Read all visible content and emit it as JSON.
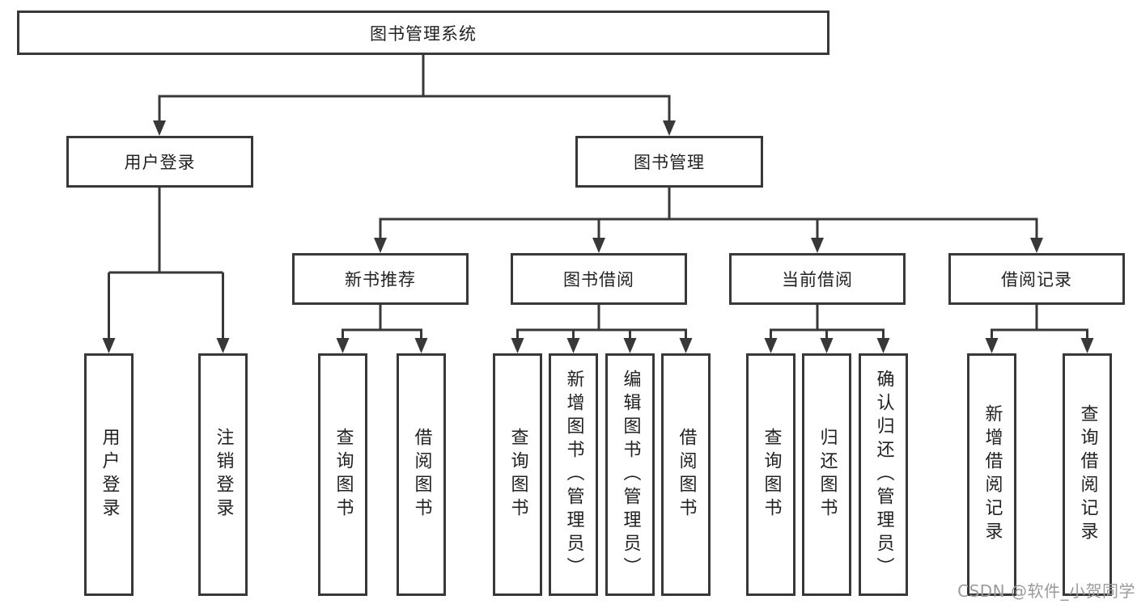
{
  "nodes": {
    "root": "图书管理系统",
    "level2": [
      "用户登录",
      "图书管理"
    ],
    "level3": [
      "新书推荐",
      "图书借阅",
      "当前借阅",
      "借阅记录"
    ],
    "login_children": [
      "用户登录",
      "注销登录"
    ],
    "newbook_children": [
      "查询图书",
      "借阅图书"
    ],
    "borrow_children": [
      "查询图书",
      "新增图书（管理员）",
      "编辑图书（管理员）",
      "借阅图书"
    ],
    "current_children": [
      "查询图书",
      "归还图书",
      "确认归还（管理员）"
    ],
    "records_children": [
      "新增借阅记录",
      "查询借阅记录"
    ]
  },
  "watermark": "CSDN @软件_小贺同学",
  "colors": {
    "line": "#383838",
    "box_border": "#383838",
    "box_fill": "#ffffff",
    "text": "#222222",
    "watermark": "#9a9a9a",
    "background": "#ffffff"
  }
}
